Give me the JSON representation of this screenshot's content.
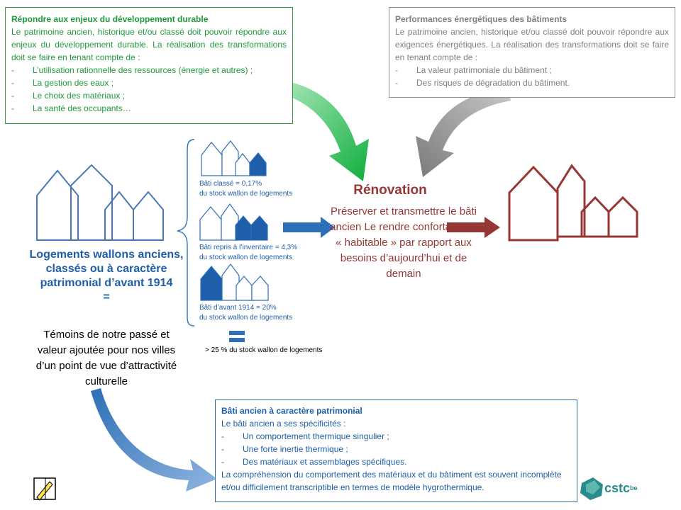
{
  "colors": {
    "green": "#22b24c",
    "grey": "#8a8a8a",
    "blue": "#2f6fb8",
    "dark_blue": "#1f5ea8",
    "red": "#953735",
    "teal": "#2b8a8a"
  },
  "box_green": {
    "title": "Répondre aux enjeux du développement durable",
    "text": "Le patrimoine ancien, historique et/ou classé doit pouvoir répondre aux enjeux du développement durable. La réalisation des transformations doit se faire en tenant compte de :",
    "items": [
      "L’utilisation rationnelle des ressources (énergie et autres) ;",
      "La gestion des eaux ;",
      "Le choix des matériaux ;",
      "La santé des occupants…"
    ]
  },
  "box_grey": {
    "title": "Performances énergétiques des bâtiments",
    "text": "Le patrimoine ancien, historique et/ou classé doit pouvoir répondre aux exigences énergétiques. La réalisation des transformations doit se faire en tenant compte de :",
    "items": [
      "La valeur patrimoniale du bâtiment ;",
      "Des risques de dégradation du bâtiment."
    ]
  },
  "left": {
    "title": "Logements wallons anciens, classés ou à caractère patrimonial d’avant 1914",
    "equals": "=",
    "text": "Témoins de notre passé et valeur ajoutée pour nos villes d’un point de vue d’attractivité culturelle"
  },
  "stock": {
    "classe_line1": "Bâti classé = 0,17%",
    "classe_line2": "du stock wallon de logements",
    "repris_line1": "Bâti repris à l’inventaire = 4,3%",
    "repris_line2": "du stock wallon de logements",
    "avant_line1": "Bâti d’avant 1914 = 20%",
    "avant_line2": "du stock wallon de logements",
    "total": "> 25 % du stock wallon de logements"
  },
  "renovation": {
    "title": "Rénovation",
    "text": "Préserver et transmettre le bâti ancien Le rendre confortable et « habitable » par rapport aux besoins d’aujourd’hui et de demain"
  },
  "box_blue": {
    "title": "Bâti ancien à caractère patrimonial",
    "text": "Le bâti ancien a ses spécificités :",
    "items": [
      "Un comportement thermique singulier ;",
      "Une forte inertie thermique ;",
      "Des matériaux et assemblages spécifiques."
    ],
    "conclusion": "La compréhension du comportement des matériaux et du bâtiment est souvent incomplète et/ou difficilement transcriptible en termes de modèle hygrothermique."
  },
  "logo": {
    "text": "cstc",
    "suffix": "be"
  }
}
